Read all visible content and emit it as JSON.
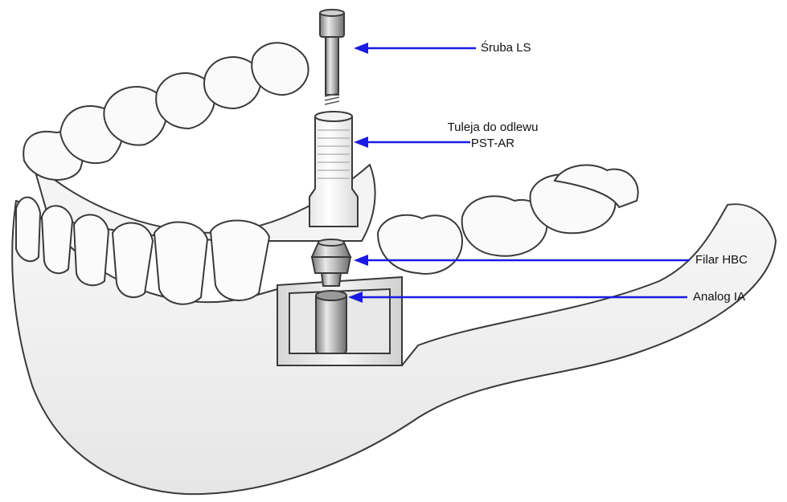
{
  "labels": {
    "screw": "Śruba LS",
    "sleeve_line1": "Tuleja do odlewu",
    "sleeve_line2": "PST-AR",
    "abutment": "Filar HBC",
    "analog": "Analog IA"
  },
  "colors": {
    "arrow": "#1a1ae6",
    "outline": "#3a3a3a",
    "gum": "#f1f1f1",
    "tooth": "#fafafa",
    "metal_light": "#e2e2e2",
    "metal_dark": "#8c8c8c"
  },
  "icons": {
    "arrow": "arrow-left-icon"
  }
}
